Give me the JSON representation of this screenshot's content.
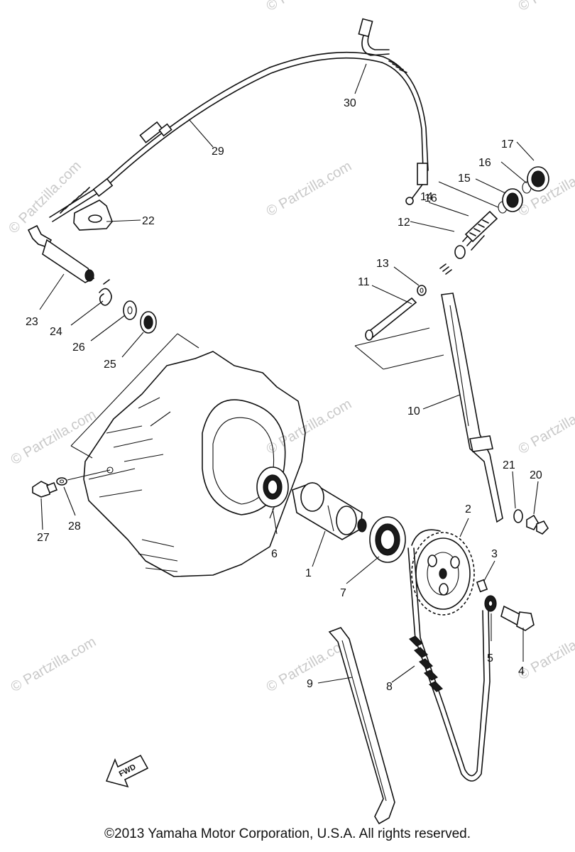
{
  "watermark": "© Partzilla.com",
  "callouts": {
    "p1": "1",
    "p2": "2",
    "p3": "3",
    "p4": "4",
    "p5": "5",
    "p6": "6",
    "p7": "7",
    "p8": "8",
    "p9": "9",
    "p10": "10",
    "p11": "11",
    "p12": "12",
    "p13": "13",
    "p14": "14",
    "p15": "15",
    "p16a": "16",
    "p16b": "16",
    "p17": "17",
    "p20": "20",
    "p21": "21",
    "p22": "22",
    "p23": "23",
    "p24": "24",
    "p25": "25",
    "p26": "26",
    "p27": "27",
    "p28": "28",
    "p29": "29",
    "p30": "30"
  },
  "fwd_label": "FWD",
  "copyright": "©2013 Yamaha Motor Corporation, U.S.A. All rights reserved."
}
